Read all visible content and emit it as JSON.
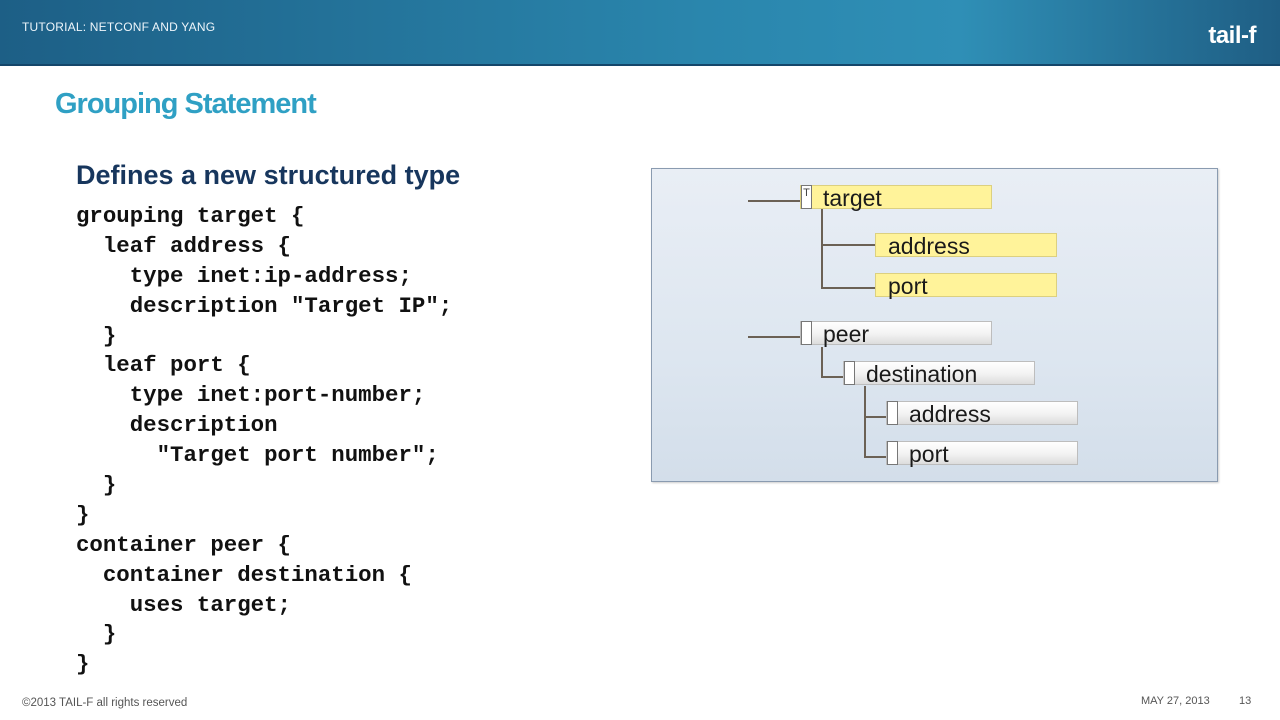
{
  "header": {
    "subtitle": "TUTORIAL: NETCONF AND YANG",
    "logo": "tail-f"
  },
  "slide": {
    "title": "Grouping Statement",
    "bullet": "Defines a new structured type",
    "code_lines": [
      "grouping target {",
      "  leaf address {",
      "    type inet:ip-address;",
      "    description \"Target IP\";",
      "  }",
      "  leaf port {",
      "    type inet:port-number;",
      "    description",
      "      \"Target port number\";",
      "  }",
      "}",
      "container peer {",
      "  container destination {",
      "    uses target;",
      "  }",
      "}"
    ]
  },
  "diagram": {
    "nodes": {
      "target": "target",
      "target_address": "address",
      "target_port": "port",
      "peer": "peer",
      "destination": "destination",
      "dest_address": "address",
      "dest_port": "port"
    },
    "grouping_marker": "T"
  },
  "footer": {
    "copyright": "©2013 TAIL-F all rights reserved",
    "date": "MAY 27, 2013",
    "page": "13"
  }
}
